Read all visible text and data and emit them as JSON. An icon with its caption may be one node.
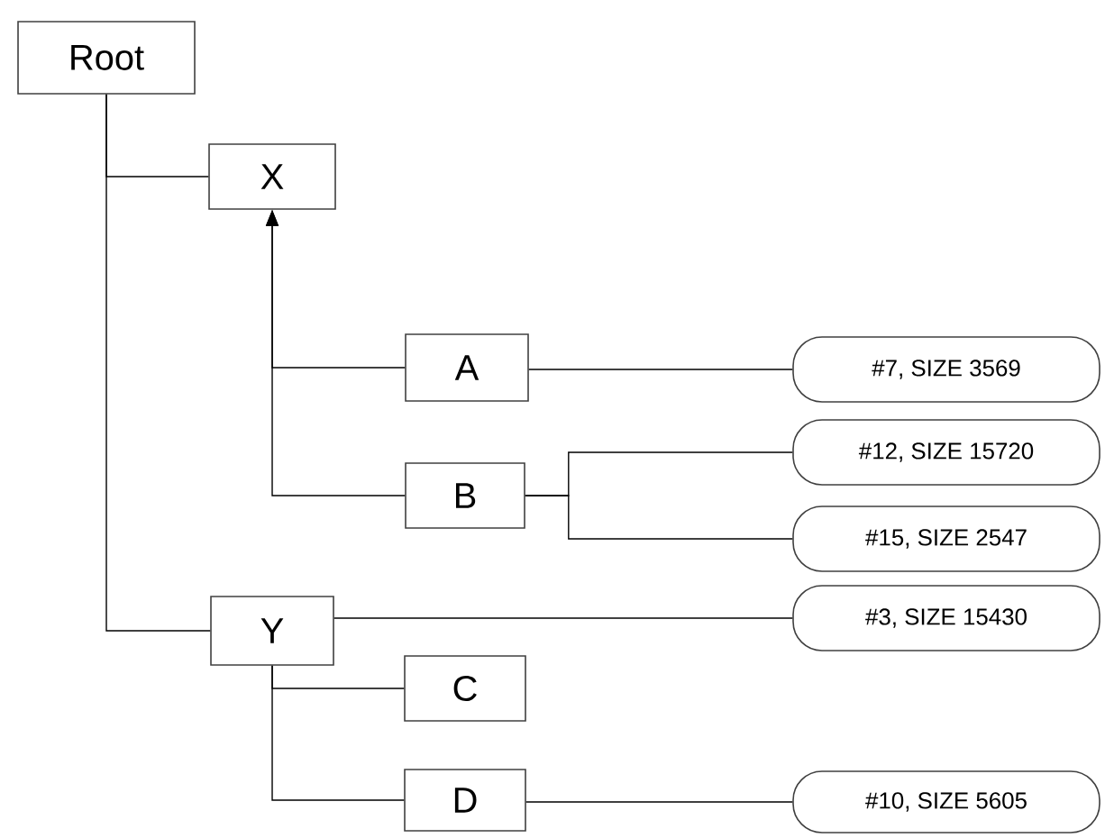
{
  "diagram": {
    "nodes": [
      {
        "text": [
          "Root"
        ]
      },
      {
        "text": [
          "X"
        ]
      },
      {
        "text": [
          "A"
        ]
      },
      {
        "text": [
          "B"
        ]
      },
      {
        "text": [
          "Y"
        ]
      },
      {
        "text": [
          "C"
        ]
      },
      {
        "text": [
          "D"
        ]
      },
      {
        "text": [
          "#7, SIZE 3569"
        ]
      },
      {
        "text": [
          "#12, SIZE 15720"
        ]
      },
      {
        "text": [
          "#15, SIZE 2547"
        ]
      },
      {
        "text": [
          "#3, SIZE 15430"
        ]
      },
      {
        "text": [
          "#10, SIZE 5605"
        ]
      }
    ],
    "edges": [
      {
        "from": 0,
        "to": 1,
        "arrow": "none"
      },
      {
        "from": 0,
        "to": 4,
        "arrow": "none"
      },
      {
        "from": 2,
        "to": 1,
        "arrow": "to"
      },
      {
        "from": 3,
        "to": 1,
        "arrow": "to"
      },
      {
        "from": 2,
        "to": 7,
        "arrow": "none"
      },
      {
        "from": 3,
        "to": 8,
        "arrow": "none"
      },
      {
        "from": 3,
        "to": 9,
        "arrow": "none"
      },
      {
        "from": 4,
        "to": 10,
        "arrow": "none"
      },
      {
        "from": 4,
        "to": 5,
        "arrow": "none"
      },
      {
        "from": 4,
        "to": 6,
        "arrow": "none"
      },
      {
        "from": 6,
        "to": 11,
        "arrow": "none"
      }
    ]
  }
}
